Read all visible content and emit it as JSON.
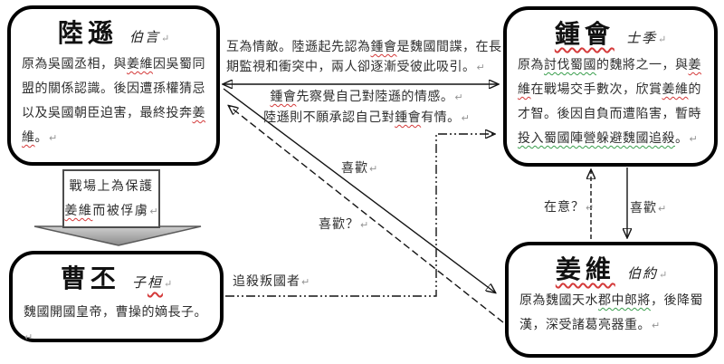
{
  "colors": {
    "mark_red": "#d43a3a",
    "mark_green": "#3a9e4d",
    "line": "#141414",
    "callout_top": "#d9d9d9",
    "callout_bottom": "#8c8c8c"
  },
  "boxes": {
    "luxun": {
      "title": [
        {
          "t": "陸遜"
        }
      ],
      "courtesy": [
        {
          "t": "伯言"
        },
        {
          "t": "↵",
          "m": "ret"
        }
      ],
      "body": [
        {
          "t": "原為吳國丞相，與"
        },
        {
          "t": "姜維",
          "m": "red"
        },
        {
          "t": "因吳蜀同盟的關係認識。後因遭孫權猜忌以及吳國朝臣迫害，最終投奔"
        },
        {
          "t": "姜維",
          "m": "red"
        },
        {
          "t": "。"
        },
        {
          "t": "↵",
          "m": "ret"
        }
      ]
    },
    "zhonghui": {
      "title": [
        {
          "t": "鍾會",
          "m": "red"
        }
      ],
      "courtesy": [
        {
          "t": "士季"
        },
        {
          "t": "↵",
          "m": "ret"
        }
      ],
      "body": [
        {
          "t": "原為"
        },
        {
          "t": "討伐蜀國",
          "m": "green"
        },
        {
          "t": "的魏將之一，與"
        },
        {
          "t": "姜維",
          "m": "red"
        },
        {
          "t": "在戰場交手數次，欣賞"
        },
        {
          "t": "姜維",
          "m": "red"
        },
        {
          "t": "的才智。後因自負而遭陷害，暫時"
        },
        {
          "t": "投入蜀國陣營躲避魏國追殺",
          "m": "green"
        },
        {
          "t": "。"
        },
        {
          "t": "↵",
          "m": "ret"
        }
      ]
    },
    "caopi": {
      "title": [
        {
          "t": "曹丕"
        }
      ],
      "courtesy": [
        {
          "t": "子"
        },
        {
          "t": "桓",
          "m": "red"
        },
        {
          "t": "↵",
          "m": "ret"
        }
      ],
      "body": [
        {
          "t": "魏國開國皇帝，曹操的嫡長子。"
        },
        {
          "t": "↵",
          "m": "ret"
        }
      ]
    },
    "jiangwei": {
      "title": [
        {
          "t": "姜維",
          "m": "red"
        }
      ],
      "courtesy": [
        {
          "t": "伯約"
        },
        {
          "t": "↵",
          "m": "ret"
        }
      ],
      "body": [
        {
          "t": "原為魏國天水"
        },
        {
          "t": "郡中郎將",
          "m": "green"
        },
        {
          "t": "，後降蜀漢，深受諸葛亮器重。"
        },
        {
          "t": "↵",
          "m": "ret"
        }
      ]
    }
  },
  "center_note": {
    "p1": [
      {
        "t": "互為情敵。陸遜起先認為"
      },
      {
        "t": "鍾會",
        "m": "red"
      },
      {
        "t": "是魏國間諜，在長期監視和衝突中，兩人卻逐漸受彼此吸引。"
      },
      {
        "t": "↵",
        "m": "ret"
      }
    ],
    "p2": [
      {
        "t": "鍾會",
        "m": "red"
      },
      {
        "t": "先察覺自己對陸遜的情感。"
      },
      {
        "t": "↵",
        "m": "ret"
      }
    ],
    "p3": [
      {
        "t": "陸遜則不願承認自己對"
      },
      {
        "t": "鍾會",
        "m": "red"
      },
      {
        "t": "有情。"
      },
      {
        "t": "↵",
        "m": "ret"
      }
    ]
  },
  "edge_labels": {
    "luxun_likes_jiangwei": [
      {
        "t": "喜歡"
      },
      {
        "t": "↵",
        "m": "ret"
      }
    ],
    "jiangwei_likes_luxun_q": [
      {
        "t": "喜歡？"
      },
      {
        "t": "↵",
        "m": "ret"
      }
    ],
    "jiangwei_cares_zhonghui_q": [
      {
        "t": "在意？"
      },
      {
        "t": "↵",
        "m": "ret"
      }
    ],
    "zhonghui_likes_jiangwei": [
      {
        "t": "喜歡"
      },
      {
        "t": "↵",
        "m": "ret"
      }
    ],
    "caopi_hunts_traitors": [
      {
        "t": "追殺叛國者"
      },
      {
        "t": "↵",
        "m": "ret"
      }
    ],
    "capture_callout": [
      {
        "t": "戰場上為保護"
      },
      {
        "t": "姜維",
        "m": "red"
      },
      {
        "t": "而被俘虜"
      },
      {
        "t": "↵",
        "m": "ret"
      }
    ]
  }
}
